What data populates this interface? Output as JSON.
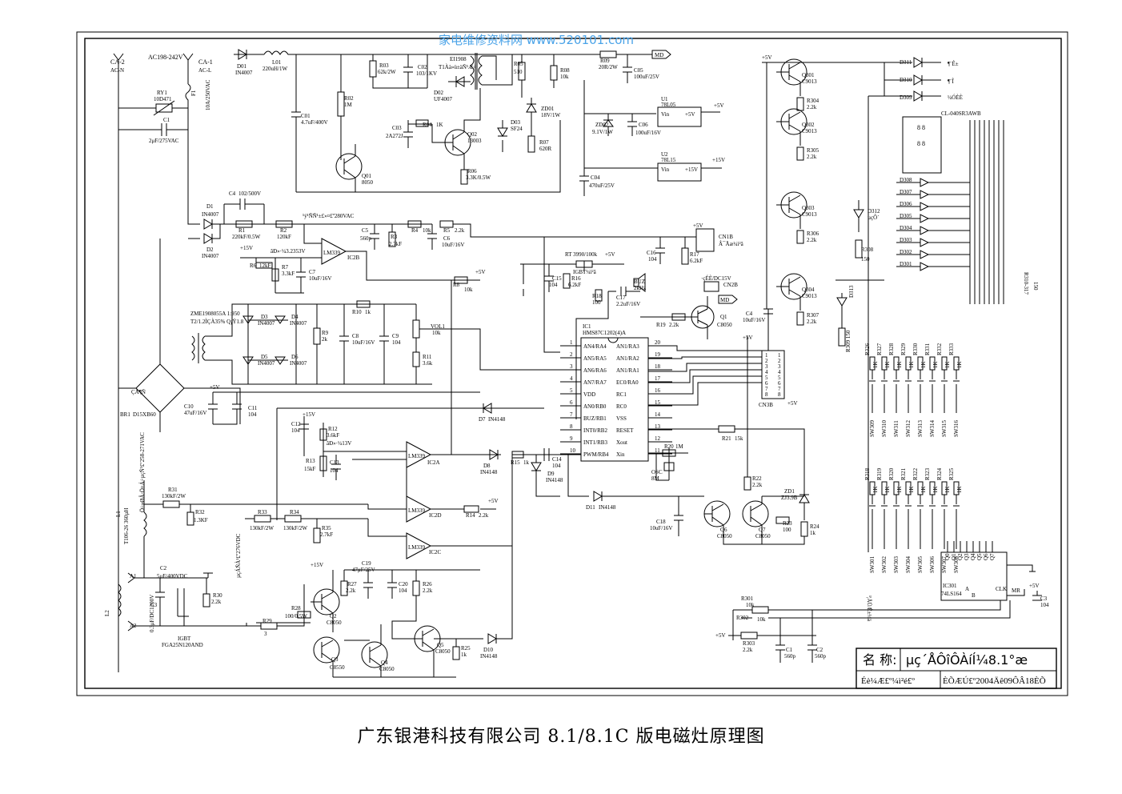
{
  "watermark": "家电维修资料网  www.520101.com",
  "caption": "广东银港科技有限公司    8.1/8.1C 版电磁灶原理图",
  "title_block": {
    "name_label": "名 称:",
    "name_value": "µç´ÅÔîÔ­ÀíÍ¼8.1°æ",
    "left_cell": "Éè¼Æ£º¼ì²é£º",
    "right_cell": "ÈÕÆÚ£º2004Äê09ÔÂ18ÈÕ"
  },
  "input": {
    "ca2": "CA-2",
    "ac_n": "AC-N",
    "ac_range": "AC198-242V",
    "ca1": "CA-1",
    "ac_l": "AC-L",
    "ry1": "RY1",
    "ry1_val": "10D471",
    "f1": "F1",
    "f1_val": "10A/250VAC",
    "c1": "C1",
    "c1_val": "2μF/275VAC"
  },
  "power": {
    "d01": "D01",
    "d01_val": "IN4007",
    "l01": "L01",
    "l01_val": "220uH/1W",
    "c01": "C01",
    "c01_val": "4.7uF/400V",
    "r02": "R02",
    "r02_val": "1M",
    "r03": "R03",
    "r03_val": "62k/2W",
    "c02": "C02",
    "c02_val": "103/1KV",
    "ei": "EI1908",
    "ei_sub": "T1Àà»ù±äÑ¹Æ÷",
    "d02": "D02",
    "d02_val": "UF4007",
    "r04": "R04",
    "r04_val": "1K",
    "c03": "C03",
    "c03_val": "2A272J",
    "q02": "Q02",
    "q02_val": "13003",
    "d03": "D03",
    "d03_val": "SF24",
    "r05": "R05",
    "r05_val": "510",
    "zd01": "ZD01",
    "zd01_val": "18V/1W",
    "r06": "R06",
    "r06_val": "3.3K/0.5W",
    "r07": "R07",
    "r07_val": "620R",
    "r08": "R08",
    "r08_val": "10k",
    "q01": "Q01",
    "q01_val": "8050",
    "r09": "R09",
    "r09_val": "20R/2W",
    "c05": "C05",
    "c05_val": "100uF/25V",
    "md": "MD",
    "zd02": "ZD02",
    "zd02_val": "9.1V/1W",
    "c06": "C06",
    "c06_val": "100uF/16V",
    "c04": "C04",
    "c04_val": "470uF/25V",
    "u1": "U1",
    "u1_val": "78L05",
    "u2": "U2",
    "u2_val": "78L15",
    "vin": "Vin",
    "p5v": "+5V",
    "p15v": "+15V"
  },
  "detect": {
    "c4": "C4",
    "c4_val": "102/500V",
    "d1": "D1",
    "d1_val": "IN4007",
    "d2": "D2",
    "d2_val": "IN4007",
    "r1": "R1",
    "r1_val": "220kF/0.5W",
    "r2": "R2",
    "r2_val": "120kF",
    "note_vac": "¹ý¹ÑÑ¹±£»¤£º280VAC",
    "c5": "C5",
    "c5_val": "560p",
    "r3": "R3",
    "r3_val": "2.7kF",
    "r4": "R4",
    "r4_val": "10k",
    "r5": "R5",
    "r5_val": "2.2k",
    "c6": "C6",
    "c6_val": "10uF/16V",
    "ic2b": "IC2B",
    "lm339": "LM339",
    "r6": "R6",
    "r6_val": "12kF",
    "vref": "ãÐ»·¼3.2353V",
    "r7": "R7",
    "r7_val": "3.3kF",
    "c7": "C7",
    "c7_val": "10uF/16V",
    "r8": "R8",
    "r8_val": "10k"
  },
  "ct": {
    "zme": "ZME1908055A  1:950",
    "zme_sub": "T2/1.2ÌÇÀ35% Q¡Ÿ1.8",
    "d3": "D3",
    "d4": "D4",
    "d5": "D5",
    "d6": "D6",
    "d_val": "IN4007",
    "r9": "R9",
    "r9_val": "2k",
    "r10": "R10",
    "r10_val": "1k",
    "c8": "C8",
    "c8_val": "10uF/16V",
    "c9": "C9",
    "c9_val": "104",
    "vol1": "VOL1",
    "vol1_val": "10k",
    "r11": "R11",
    "r11_val": "3.6k"
  },
  "bridge": {
    "br1": "BR1",
    "br1_val": "D15XB60",
    "br_label": "ÇÅ¶Ñ",
    "c10": "C10",
    "c10_val": "47uF/16V",
    "c11": "C11",
    "c11_val": "104",
    "dc_note": "Ö÷»ØÂ·Ö±Á÷µçÑ¹£º258-271VAC"
  },
  "mcu": {
    "ic1": "IC1",
    "ic1_val": "HMS87C1202(4)A",
    "left_pins": [
      {
        "n": "1",
        "name": "AN4/RA4"
      },
      {
        "n": "2",
        "name": "AN5/RA5"
      },
      {
        "n": "3",
        "name": "AN6/RA6"
      },
      {
        "n": "4",
        "name": "AN7/RA7"
      },
      {
        "n": "5",
        "name": "VDD"
      },
      {
        "n": "6",
        "name": "AN0/RB0"
      },
      {
        "n": "7",
        "name": "BUZ/RB1"
      },
      {
        "n": "8",
        "name": "INT0/RB2"
      },
      {
        "n": "9",
        "name": "INT1/RB3"
      },
      {
        "n": "10",
        "name": "PWM/RB4"
      }
    ],
    "right_pins": [
      {
        "n": "20",
        "name": "AN1/RA3"
      },
      {
        "n": "19",
        "name": "AN1/RA2"
      },
      {
        "n": "18",
        "name": "AN1/RA1"
      },
      {
        "n": "17",
        "name": "EC0/RA0"
      },
      {
        "n": "16",
        "name": "RC1"
      },
      {
        "n": "15",
        "name": "RC0"
      },
      {
        "n": "14",
        "name": "VSS"
      },
      {
        "n": "13",
        "name": "RESET"
      },
      {
        "n": "12",
        "name": "Xout"
      },
      {
        "n": "11",
        "name": "Xin"
      }
    ],
    "rt": "RT  3990/100k",
    "rt_note": "IGBT¼ì²â",
    "r16": "R16",
    "r16_val": "6.2kF",
    "c15": "C15",
    "c15_val": "104",
    "r17": "R17",
    "r17_val": "6.2kF",
    "c16": "C16",
    "c16_val": "104",
    "cn1b": "CN1B",
    "cn1b_note": "Â¯Ãæ¼ì²â",
    "cn2b": "CN2B",
    "cn2b_note": "·çÉÈ/DC15V",
    "buz": "BUZ",
    "buz_val": "2kHz",
    "r18": "R18",
    "r18_val": "100",
    "c17": "C17",
    "c17_val": "2.2uF/16V",
    "r19": "R19",
    "r19_val": "2.2k",
    "q1": "Q1",
    "q1_val": "C8050",
    "osc": "OSC",
    "osc_val": "8M",
    "r20": "R20",
    "r20_val": "1M",
    "r21": "R21",
    "r21_val": "15k",
    "cn3b": "CN3B"
  },
  "pwm": {
    "c12": "C12",
    "c12_val": "104",
    "r12": "R12",
    "r12_val": "3.6kF",
    "r13": "R13",
    "r13_val": "15kF",
    "c13": "C13",
    "c13_val": "104",
    "vref2": "ãÐ»·¼13V",
    "ic2a": "IC2A",
    "ic2d": "IC2D",
    "ic2c": "IC2C",
    "d7": "D7",
    "d7_val": "IN4148",
    "d8": "D8",
    "d8_val": "IN4148",
    "d9": "D9",
    "d9_val": "IN4148",
    "r15": "R15",
    "r15_val": "1k",
    "c14": "C14",
    "c14_val": "104",
    "d11": "D11",
    "d11_val": "IN4148",
    "r14": "R14",
    "r14_val": "2.2k",
    "r31": "R31",
    "r31_val": "130kF/2W",
    "r32": "R32",
    "r32_val": "1.3KF",
    "r33": "R33",
    "r33_val": "130kF/2W",
    "r34": "R34",
    "r34_val": "130kF/2W",
    "r35": "R35",
    "r35_val": "2.7kF",
    "vce_note": "µçÁÑÀ¹£º276VDC",
    "l1": "L1",
    "l1_val": "T106-26 360µH",
    "c18": "C18",
    "c18_val": "10uF/16V",
    "q6": "Q6",
    "q6_val": "C8050",
    "q7": "Q7",
    "q7_val": "C8050",
    "r22": "R22",
    "r22_val": "2.2k",
    "zd1": "ZD1",
    "zd1_val": "ZJ3.9B",
    "r23": "R23",
    "r23_val": "100",
    "r24": "R24",
    "r24_val": "1k"
  },
  "drive": {
    "a1": "A1",
    "a2": "A2",
    "l2": "L2",
    "l2_val": "",
    "c2": "C2",
    "c2_val": "5μF/400VDC",
    "c3": "C3",
    "c3_val": "0.3μF/DC1200V",
    "igbt": "IGBT",
    "igbt_val": "FGA25N120AND",
    "r30": "R30",
    "r30_val": "2.2k",
    "r29": "R29",
    "r29_val": "3",
    "r28": "R28",
    "r28_val": "100/0.5W",
    "q2": "Q2",
    "q2_val": "C8050",
    "q3": "Q3",
    "q3_val": "C8550",
    "q4": "Q4",
    "q4_val": "C8050",
    "q5": "Q5",
    "q5_val": "C8050",
    "r27": "R27",
    "r27_val": "2.2k",
    "c19": "C19",
    "c19_val": "47μF/25V",
    "c20": "C20",
    "c20_val": "104",
    "r26": "R26",
    "r26_val": "2.2k",
    "r25": "R25",
    "r25_val": "1k",
    "d10": "D10",
    "d10_val": "IN4148"
  },
  "display": {
    "q301": "Q301",
    "q302": "Q302",
    "q303": "Q303",
    "q304": "Q304",
    "q_val": "C9013",
    "r304": "R304",
    "r305": "R305",
    "r306": "R306",
    "r307": "R307",
    "r_val": "2.2k",
    "d311": "D311",
    "d310": "D310",
    "d309": "D309",
    "d311_t": "¶¨Ê±",
    "d310_t": "¶¨Î",
    "d309_t": "¼ÓÈÈ",
    "seg": "CL-040SR3AWB",
    "leds": [
      "D308",
      "D307",
      "D306",
      "D305",
      "D304",
      "D303",
      "D302",
      "D301"
    ],
    "d312": "D312",
    "d312_t": "µçÔ´",
    "r308": "R308",
    "r308_val": "150",
    "d313": "D313",
    "r309": "R309  150",
    "r310": "R310-317",
    "r310_val": "150",
    "c4b": "C4",
    "c4b_val": "10uF/16V"
  },
  "keys": {
    "row1_r": [
      "R326",
      "R327",
      "R328",
      "R329",
      "R330",
      "R331",
      "R332",
      "R333"
    ],
    "row1_sw": [
      "SW309",
      "SW310",
      "SW311",
      "SW312",
      "SW313",
      "SW314",
      "SW315",
      "SW316"
    ],
    "row2_r": [
      "R318",
      "R319",
      "R320",
      "R321",
      "R322",
      "R323",
      "R324",
      "R325"
    ],
    "row2_sw": [
      "SW301",
      "SW302",
      "SW303",
      "SW304",
      "SW305",
      "SW306",
      "SW307",
      "SW308"
    ],
    "r_val": "1K",
    "ic301": "IC301",
    "ic301_val": "74LS164",
    "q_pins": [
      "Q0",
      "Q1",
      "Q2",
      "Q3",
      "Q4",
      "Q5",
      "Q6",
      "Q7"
    ],
    "clk": "CLK",
    "mr": "MR",
    "a": "A",
    "b": "B",
    "r301": "R301",
    "r301_val": "10k",
    "r302": "R302",
    "r302_val": "10k",
    "r303": "R303",
    "r303_val": "2.2k",
    "c1k": "C1",
    "c1k_val": "560p",
    "c2k": "C2",
    "c2k_val": "560p",
    "c3k": "C3",
    "c3k_val": "104",
    "sw_note": "¹¦ÄÜ/Ê±¼ä"
  }
}
